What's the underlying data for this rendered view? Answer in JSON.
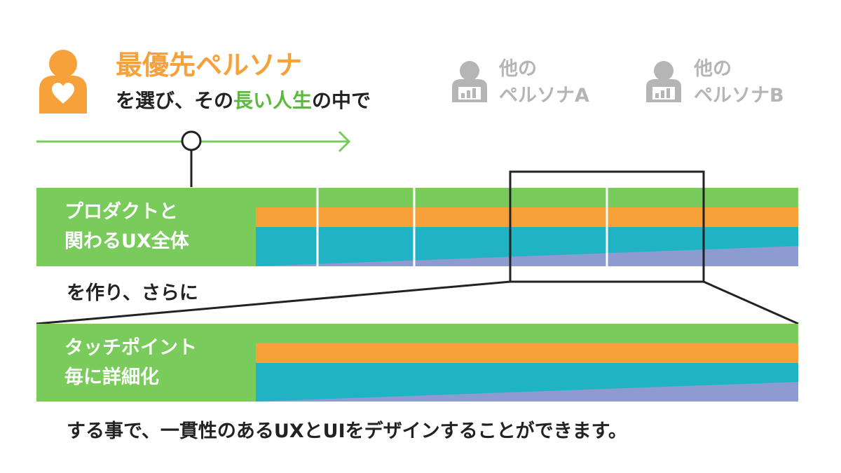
{
  "colors": {
    "orange": "#F7A13B",
    "green": "#79CB5B",
    "teal": "#1FB3C4",
    "purple": "#8E9BD0",
    "gray": "#B5B5B5",
    "text": "#222222",
    "white": "#FFFFFF"
  },
  "header": {
    "title": "最優先ペルソナ",
    "subtitle_part1": "を選び、その",
    "subtitle_highlight": "長い人生",
    "subtitle_part2": "の中で"
  },
  "icons": {
    "primary": "person-heart-icon",
    "other": "person-chart-icon"
  },
  "others": [
    {
      "line1": "他の",
      "line2": "ペルソナA"
    },
    {
      "line1": "他の",
      "line2": "ペルソナB"
    }
  ],
  "band1": {
    "line1": "プロダクトと",
    "line2": "関わるUX全体"
  },
  "middle_text": "を作り、さらに",
  "band2": {
    "line1": "タッチポイント",
    "line2": "毎に詳細化"
  },
  "footer_text": "する事で、一貫性のあるUXとUIをデザインすることができます。"
}
